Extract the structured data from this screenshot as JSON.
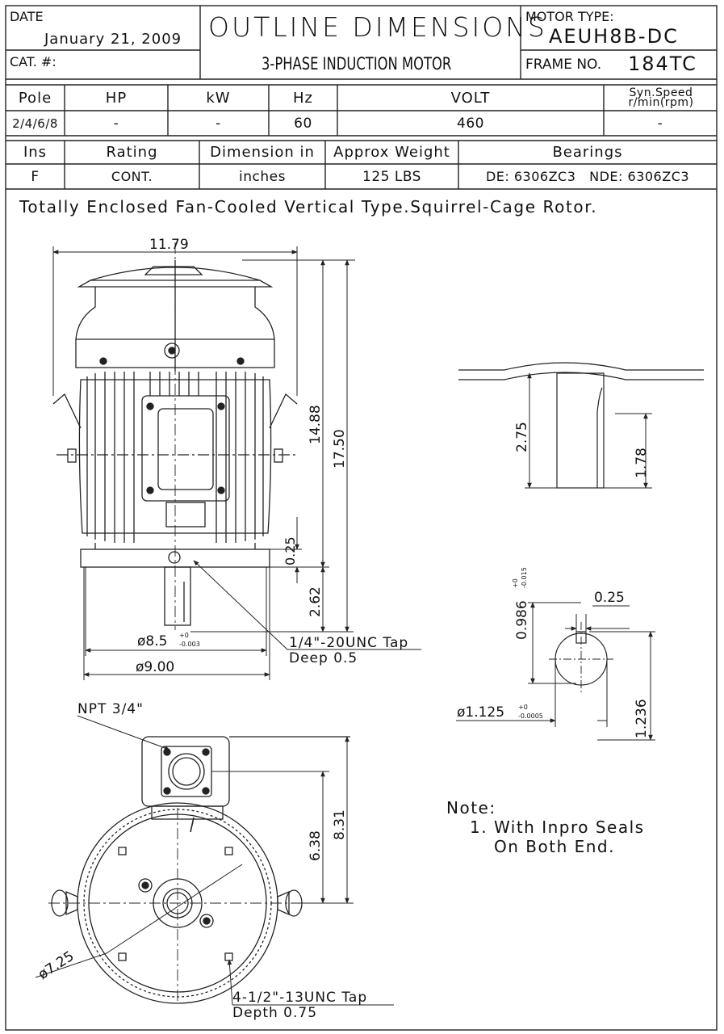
{
  "title_block": {
    "date_label": "DATE",
    "date_value": "January 21, 2009",
    "cat_label": "CAT. #:",
    "title": "OUTLINE DIMENSIONS",
    "subtitle": "3-PHASE INDUCTION MOTOR",
    "motor_type_label": "MOTOR TYPE:",
    "motor_type_value": "AEUH8B-DC",
    "frame_label": "FRAME NO.",
    "frame_value": "184TC"
  },
  "spec_table_1": {
    "headers": [
      "Pole",
      "HP",
      "kW",
      "Hz",
      "VOLT",
      "Syn.Speed r/min(rpm)"
    ],
    "values": [
      "2/4/6/8",
      "-",
      "-",
      "60",
      "460",
      "-"
    ]
  },
  "spec_table_2": {
    "headers": [
      "Ins",
      "Rating",
      "Dimension in",
      "Approx Weight",
      "Bearings"
    ],
    "values": [
      "F",
      "CONT.",
      "inches",
      "125 LBS",
      "DE: 6306ZC3   NDE: 6306ZC3"
    ]
  },
  "description": "Totally Enclosed Fan-Cooled Vertical Type.Squirrel-Cage Rotor.",
  "dimensions": {
    "width": "11.79",
    "height_body": "14.88",
    "height_total": "17.50",
    "flange_thk": "0.25",
    "shaft_len": "2.62",
    "pilot_dia": "ø8.5",
    "pilot_tol_plus": "+0",
    "pilot_tol_minus": "-0.003",
    "flange_dia": "ø9.00",
    "tap_note_1": "1/4\"-20UNC Tap",
    "tap_note_2": "Deep 0.5",
    "keyway_len": "2.75",
    "key_len": "1.78",
    "key_width": "0.25",
    "key_depth": "0.986",
    "key_depth_tol_plus": "+0",
    "key_depth_tol_minus": "-0.015",
    "shaft_dia": "ø1.125",
    "shaft_tol_plus": "+0",
    "shaft_tol_minus": "-0.0005",
    "shaft_ht": "1.236",
    "npt": "NPT 3/4\"",
    "box_ht_1": "6.38",
    "box_ht_2": "8.31",
    "bolt_circle": "ø7.25",
    "mount_note_1": "4-1/2\"-13UNC Tap",
    "mount_note_2": "Depth 0.75"
  },
  "note": {
    "label": "Note:",
    "line1": "1. With Inpro Seals",
    "line2": "On Both End."
  }
}
